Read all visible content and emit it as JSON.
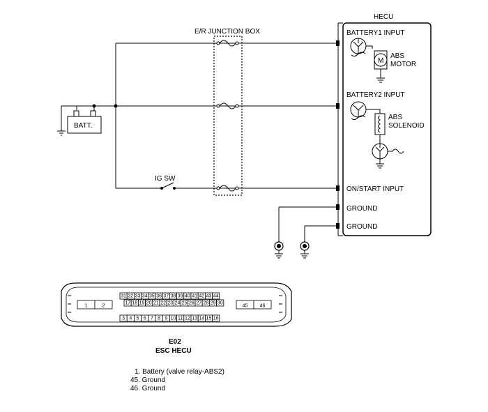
{
  "diagram": {
    "hecu_title": "HECU",
    "junction_box_label": "E/R JUNCTION BOX",
    "battery_label": "BATT.",
    "ig_sw_label": "IG SW",
    "inputs": {
      "battery1": "BATTERY1 INPUT",
      "battery2": "BATTERY2 INPUT",
      "on_start": "ON/START INPUT",
      "ground1": "GROUND",
      "ground2": "GROUND"
    },
    "abs_motor": {
      "line1": "ABS",
      "line2": "MOTOR",
      "symbol": "M"
    },
    "abs_solenoid": {
      "line1": "ABS",
      "line2": "SOLENOID"
    }
  },
  "connector": {
    "code": "E02",
    "name": "ESC HECU",
    "left_pins": [
      "1",
      "2"
    ],
    "right_pins": [
      "45",
      "46"
    ],
    "row_top": [
      "31",
      "32",
      "33",
      "34",
      "35",
      "36",
      "37",
      "38",
      "39",
      "40",
      "41",
      "42",
      "43",
      "44"
    ],
    "row_mid": [
      "17",
      "18",
      "19",
      "20",
      "21",
      "22",
      "23",
      "24",
      "25",
      "26",
      "27",
      "28",
      "29",
      "30"
    ],
    "row_bot": [
      "3",
      "4",
      "5",
      "6",
      "7",
      "8",
      "9",
      "10",
      "11",
      "12",
      "13",
      "14",
      "15",
      "16"
    ]
  },
  "pin_legend": [
    "1. Battery (valve relay-ABS2)",
    "45. Ground",
    "46. Ground"
  ]
}
